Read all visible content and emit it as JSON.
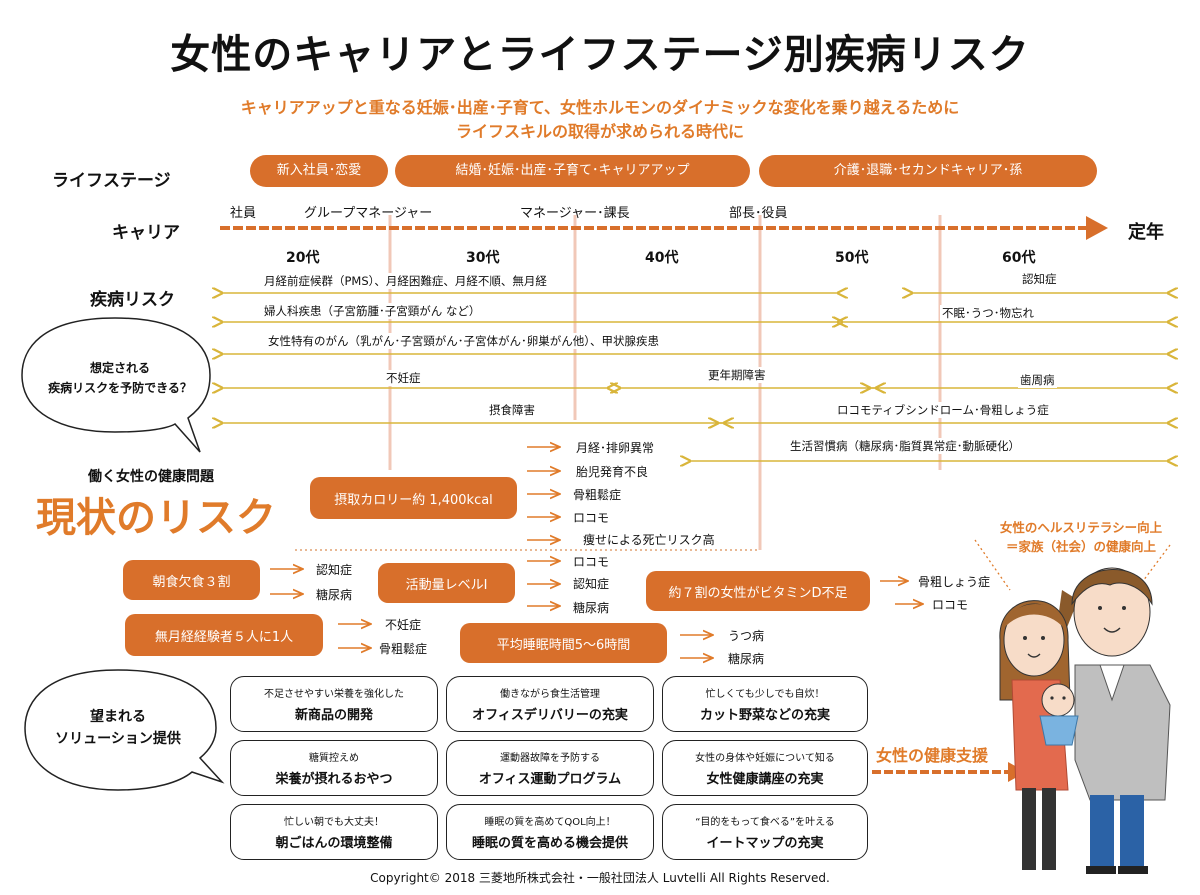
{
  "title": "女性のキャリアとライフステージ別疾病リスク",
  "subtitle": [
    "キャリアアップと重なる妊娠･出産･子育て、女性ホルモンのダイナミックな変化を乗り越えるために",
    "ライフスキルの取得が求められる時代に"
  ],
  "labels": {
    "life_stage": "ライフステージ",
    "career": "キャリア",
    "disease_risk": "疾病リスク",
    "retire": "定年",
    "bubble_top": [
      "想定される",
      "疾病リスクを予防できる？"
    ],
    "work_issue": "働く女性の健康問題",
    "current_risk": "現状のリスク",
    "bubble_bottom": [
      "望まれる",
      "ソリューション提供"
    ],
    "health_literacy": [
      "女性のヘルスリテラシー向上",
      "＝家族（社会）の健康向上"
    ],
    "support": "女性の健康支援"
  },
  "life_stages": [
    "新入社員･恋愛",
    "結婚･妊娠･出産･子育て･キャリアアップ",
    "介護･退職･セカンドキャリア･孫"
  ],
  "career_steps": [
    "社員",
    "グループマネージャー",
    "マネージャー･課長",
    "部長･役員"
  ],
  "decades": [
    "20代",
    "30代",
    "40代",
    "50代",
    "60代"
  ],
  "risks": [
    "月経前症候群（PMS）、月経困難症、月経不順、無月経",
    "認知症",
    "婦人科疾患（子宮筋腫･子宮頸がん など）",
    "不眠･うつ･物忘れ",
    "女性特有のがん（乳がん･子宮頸がん･子宮体がん･卵巣がん他）、甲状腺疾患",
    "不妊症",
    "更年期障害",
    "歯周病",
    "摂食障害",
    "ロコモティブシンドローム･骨粗しょう症",
    "生活習慣病（糖尿病･脂質異常症･動脈硬化）"
  ],
  "issues": {
    "calorie": {
      "label": "摂取カロリー約 1,400kcal",
      "effects": [
        "月経･排卵異常",
        "胎児発育不良",
        "骨粗鬆症",
        "ロコモ",
        "痩せによる死亡リスク高"
      ]
    },
    "activity": {
      "label": "活動量レベルⅠ",
      "effects": [
        "ロコモ",
        "認知症",
        "糖尿病"
      ]
    },
    "vitamin": {
      "label": "約７割の女性がビタミンD不足",
      "effects": [
        "骨粗しょう症",
        "ロコモ"
      ]
    },
    "breakfast": {
      "label": "朝食欠食３割",
      "effects": [
        "認知症",
        "糖尿病"
      ]
    },
    "amenorrhea": {
      "label": "無月経経験者５人に1人",
      "effects": [
        "不妊症",
        "骨粗鬆症"
      ]
    },
    "sleep": {
      "label": "平均睡眠時間5〜6時間",
      "effects": [
        "うつ病",
        "糖尿病"
      ]
    }
  },
  "solutions": [
    {
      "sub": "不足させやすい栄養を強化した",
      "main": "新商品の開発"
    },
    {
      "sub": "働きながら食生活管理",
      "main": "オフィスデリバリーの充実"
    },
    {
      "sub": "忙しくても少しでも自炊！",
      "main": "カット野菜などの充実"
    },
    {
      "sub": "糖質控えめ",
      "main": "栄養が摂れるおやつ"
    },
    {
      "sub": "運動器故障を予防する",
      "main": "オフィス運動プログラム"
    },
    {
      "sub": "女性の身体や妊娠について知る",
      "main": "女性健康講座の充実"
    },
    {
      "sub": "忙しい朝でも大丈夫！",
      "main": "朝ごはんの環境整備"
    },
    {
      "sub": "睡眠の質を高めてQOL向上！",
      "main": "睡眠の質を高める機会提供"
    },
    {
      "sub": "“目的をもって食べる”を叶える",
      "main": "イートマップの充実"
    }
  ],
  "copyright": "Copyright© 2018 三菱地所株式会社・一般社団法人 Luvtelli All Rights Reserved.",
  "colors": {
    "orange": "#d86f2b",
    "accent_text": "#e07b2a",
    "arrow_yellow": "#d9b53a",
    "guide_pink": "#f1c8b8"
  }
}
